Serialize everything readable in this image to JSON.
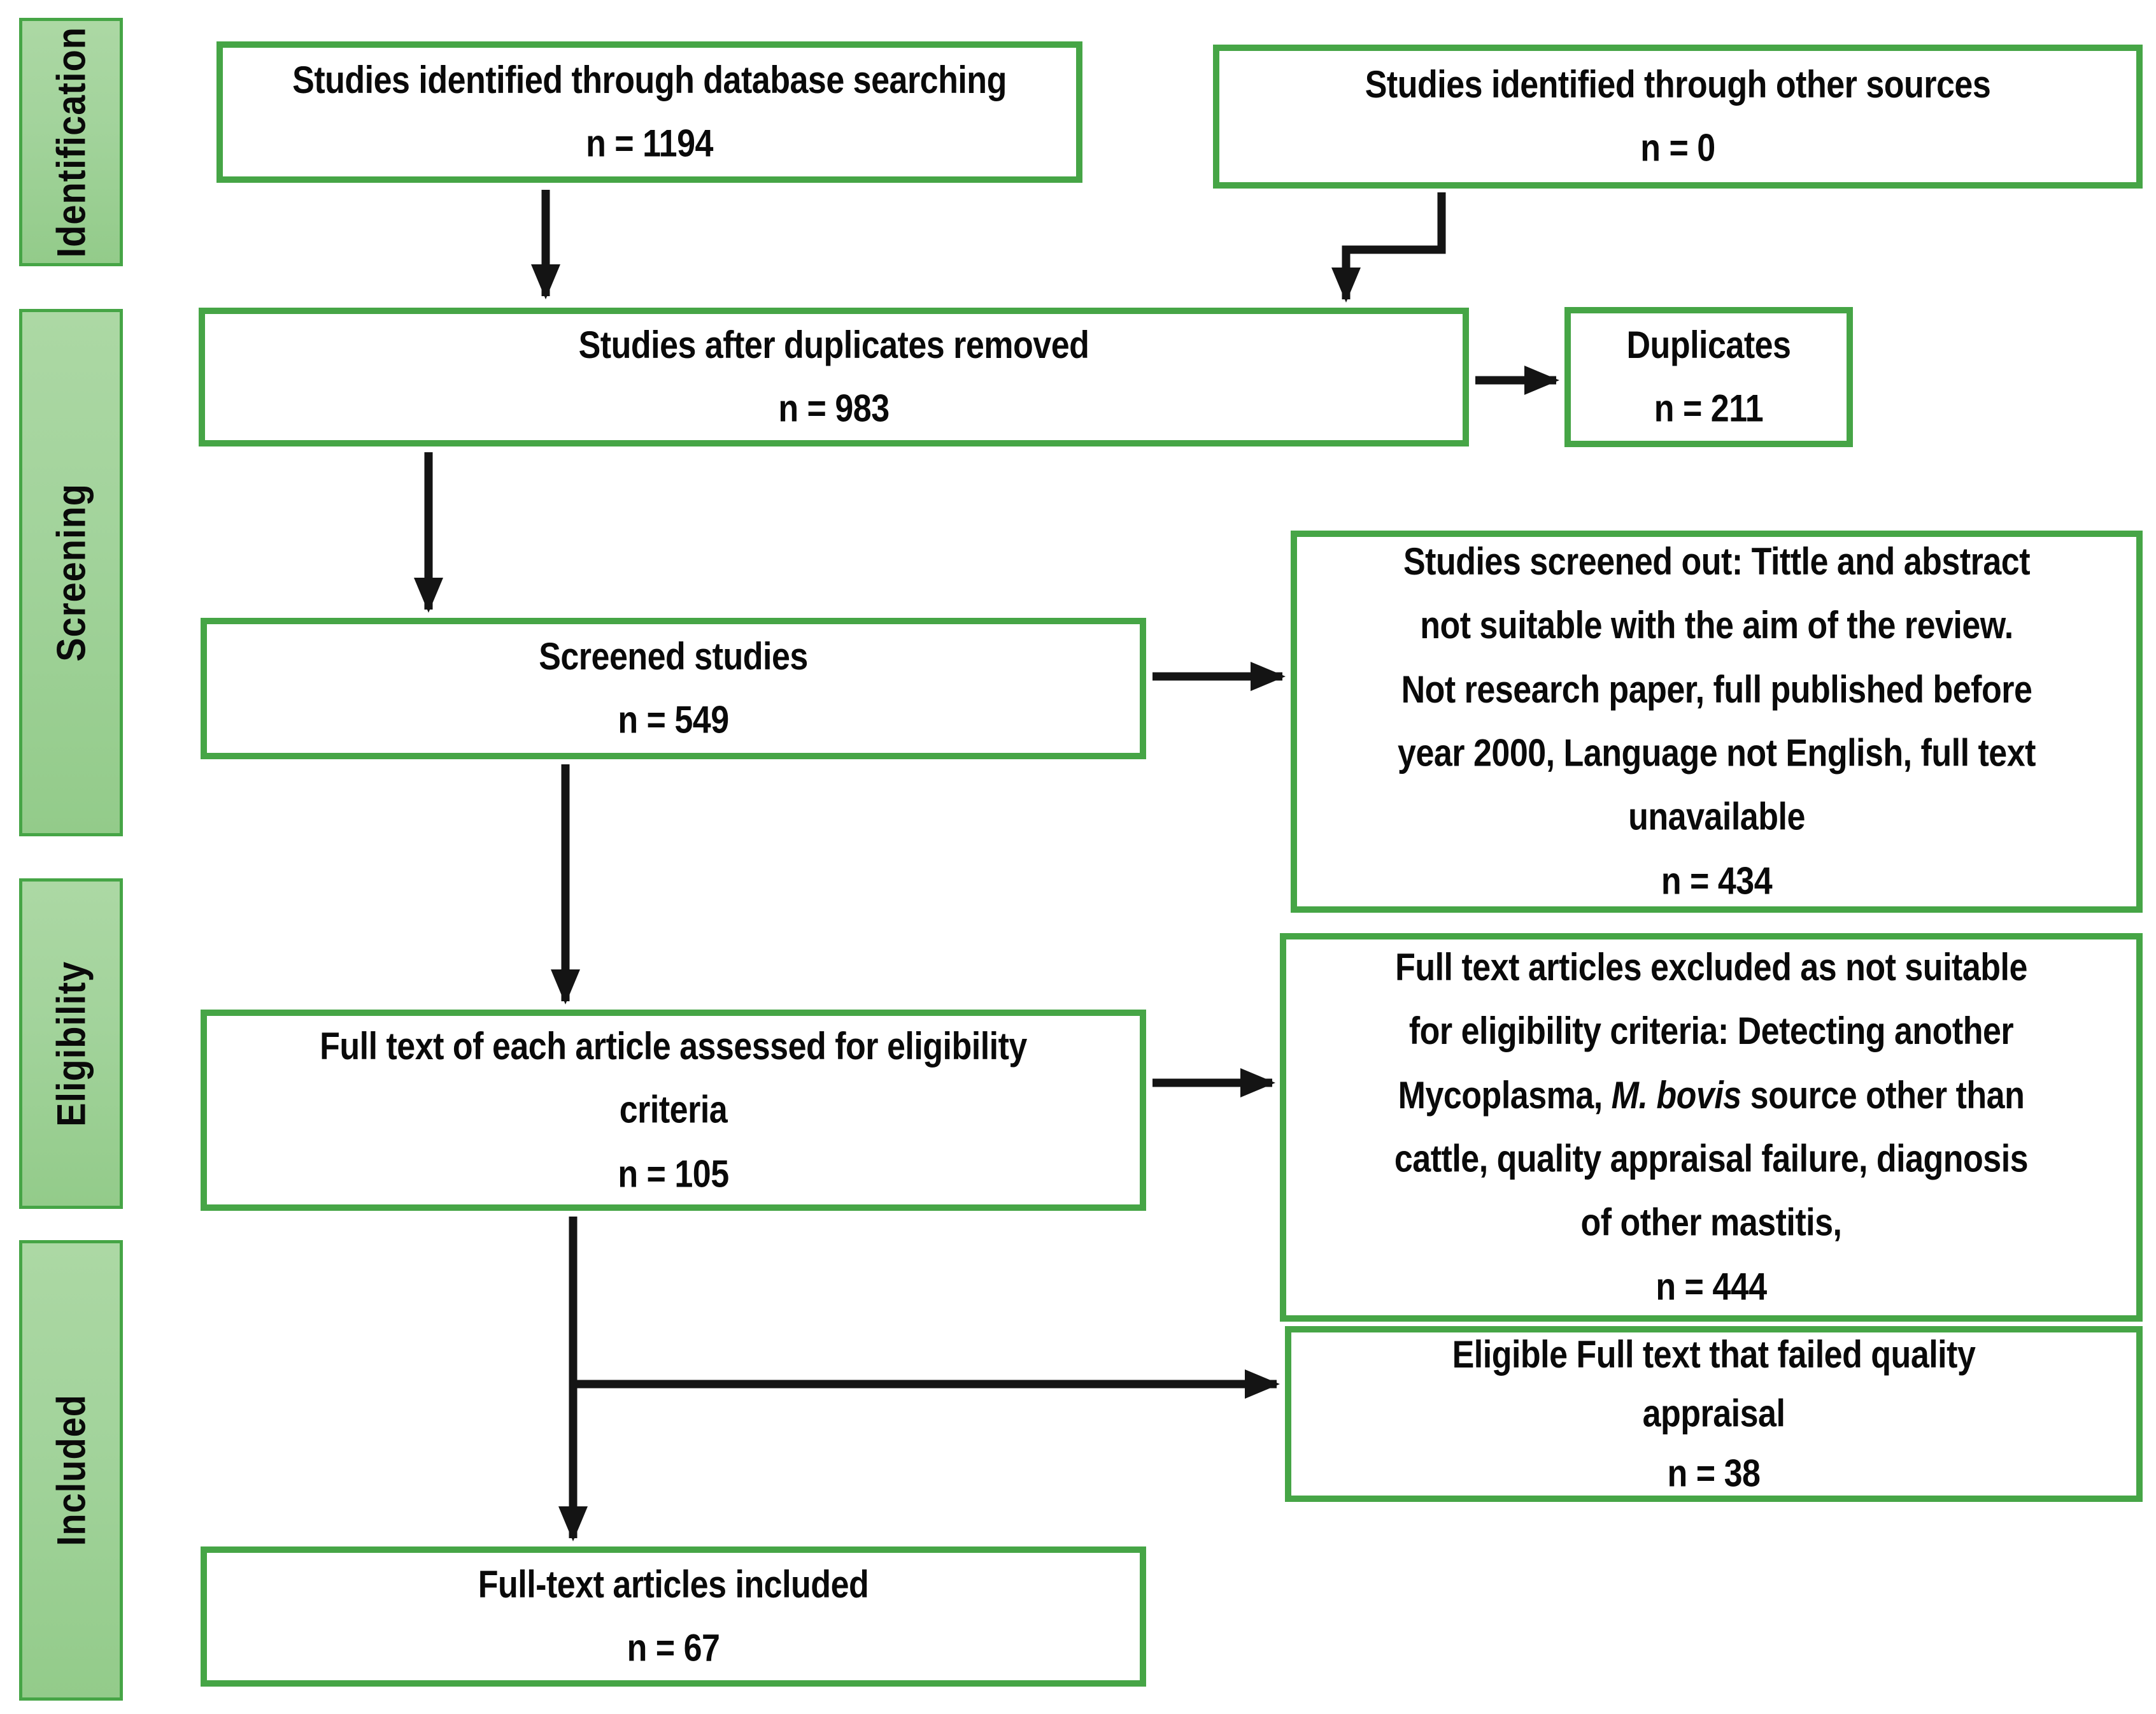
{
  "title": "PRISMA study selection flow diagram",
  "colors": {
    "box_border_green": "#46a546",
    "sidebar_fill_light": "#acd8a4",
    "sidebar_fill_dark": "#93cb8a",
    "arrow_black": "#141414",
    "background": "#ffffff",
    "text": "#0a0a0a"
  },
  "sidebar": {
    "items": [
      {
        "label": "Identification"
      },
      {
        "label": "Screening"
      },
      {
        "label": "Eligibility"
      },
      {
        "label": "Included"
      }
    ]
  },
  "boxes": {
    "identified_db": {
      "line1": "Studies identified through database searching",
      "line2": "n = 1194"
    },
    "identified_other": {
      "line1": "Studies identified through other sources",
      "line2": "n = 0"
    },
    "after_duplicates": {
      "line1": "Studies after duplicates removed",
      "line2": "n = 983"
    },
    "duplicates": {
      "line1": "Duplicates",
      "line2": "n = 211"
    },
    "screened": {
      "line1": "Screened studies",
      "line2": "n = 549"
    },
    "screened_out": {
      "line1": "Studies screened out: Tittle and abstract",
      "line2": "not suitable with the aim of the review.",
      "line3": "Not research paper, full published before",
      "line4": "year 2000, Language not English, full text",
      "line5": "unavailable",
      "line6": "n = 434"
    },
    "fulltext_assessed": {
      "line1": "Full text of each article assessed for eligibility",
      "line2": "criteria",
      "line3": "n = 105"
    },
    "fulltext_excluded": {
      "line1": "Full text articles excluded as not suitable",
      "line2": "for eligibility criteria: Detecting another",
      "line3_pre": "Mycoplasma, ",
      "line3_italic": "M. bovis",
      "line3_post": " source other than",
      "line4": "cattle, quality appraisal failure, diagnosis",
      "line5": "of other mastitis,",
      "line6": "n = 444"
    },
    "failed_quality": {
      "line1": "Eligible Full text that failed quality",
      "line2": "appraisal",
      "line3": "n = 38"
    },
    "included": {
      "line1": "Full-text articles included",
      "line2": "n = 67"
    }
  }
}
